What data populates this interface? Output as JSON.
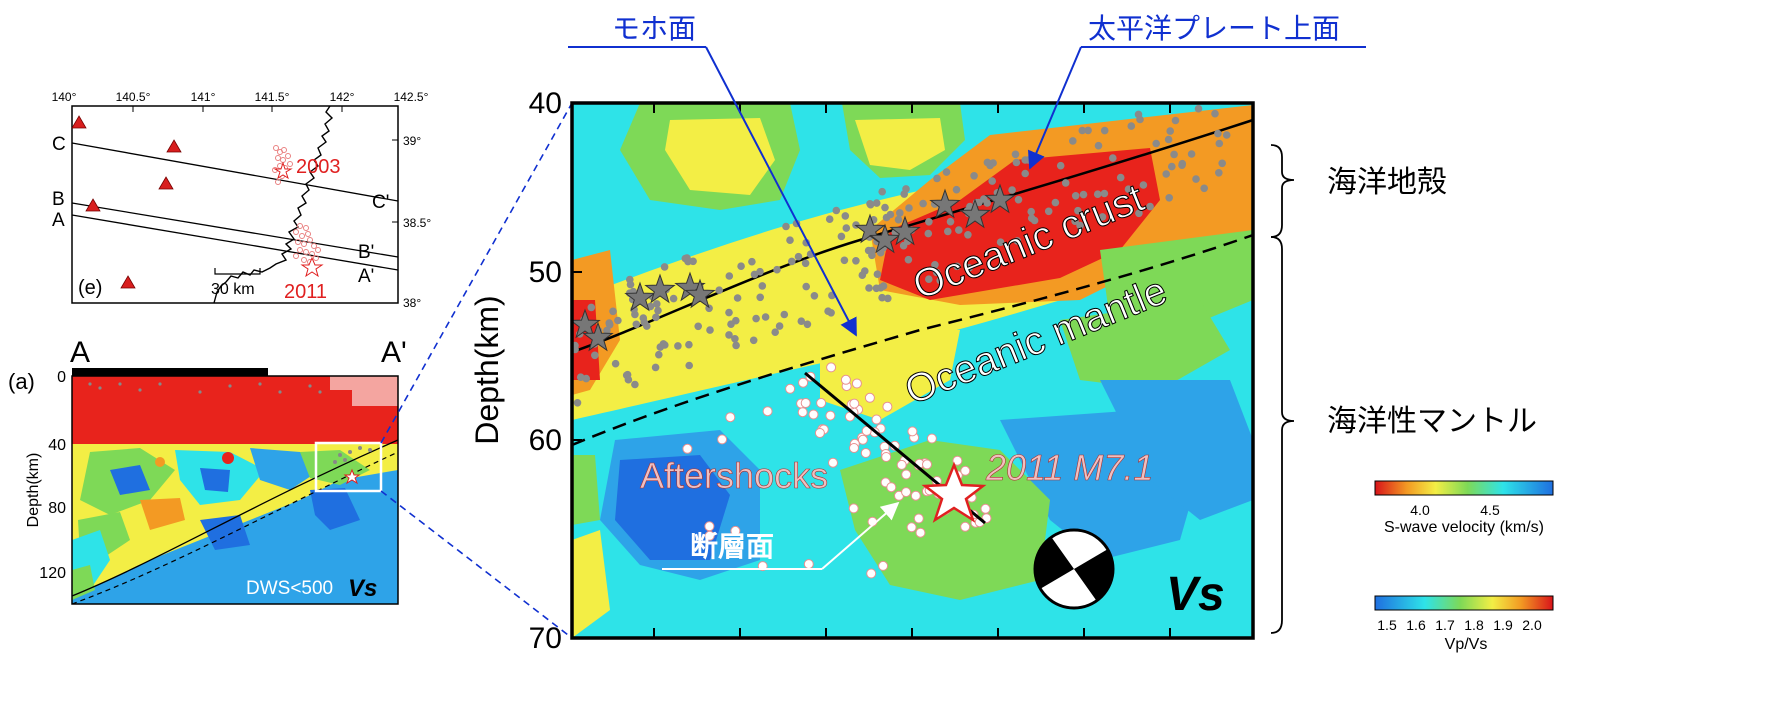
{
  "map_inset": {
    "panel_label": "(e)",
    "lon_ticks": [
      "140°",
      "140.5°",
      "141°",
      "141.5°",
      "142°",
      "142.5°"
    ],
    "lat_ticks": [
      "39°",
      "38.5°",
      "38°"
    ],
    "profiles": [
      {
        "start": "C",
        "end": "C'"
      },
      {
        "start": "B",
        "end": "B'"
      },
      {
        "start": "A",
        "end": "A'"
      }
    ],
    "events": [
      "2003",
      "2011"
    ],
    "scale_label": "30 km"
  },
  "cross_section": {
    "panel_label": "(a)",
    "start_label": "A",
    "end_label": "A'",
    "ylabel": "Depth(km)",
    "depth_ticks": [
      "0",
      "40",
      "80",
      "120"
    ],
    "dws_note": "DWS<500",
    "velocity_label": "Vs"
  },
  "zoom": {
    "ylabel": "Depth(km)",
    "depth_ticks": [
      "40",
      "50",
      "60",
      "70"
    ],
    "layers": {
      "crust": "Oceanic crust",
      "mantle": "Oceanic mantle",
      "aftershocks": "Aftershocks",
      "event": "2011 M7.1",
      "velocity_label": "Vs"
    }
  },
  "callouts": {
    "moho": "モホ面",
    "plate_top": "太平洋プレート上面",
    "fault_plane": "断層面",
    "crust_bracket": "海洋地殻",
    "mantle_bracket": "海洋性マントル"
  },
  "colorbars": {
    "vs": {
      "title": "S-wave velocity (km/s)",
      "ticks": [
        "4.0",
        "4.5"
      ]
    },
    "vpvs": {
      "title": "Vp/Vs",
      "ticks": [
        "1.5",
        "1.6",
        "1.7",
        "1.8",
        "1.9",
        "2.0"
      ]
    }
  },
  "colors": {
    "red": "#e8231c",
    "orange": "#f39a23",
    "yellow": "#f3ee45",
    "green": "#7ed957",
    "cyan": "#2ee3e8",
    "blue": "#2ea3e8",
    "callout_blue": "#1030d0",
    "event_red": "#e02020"
  }
}
